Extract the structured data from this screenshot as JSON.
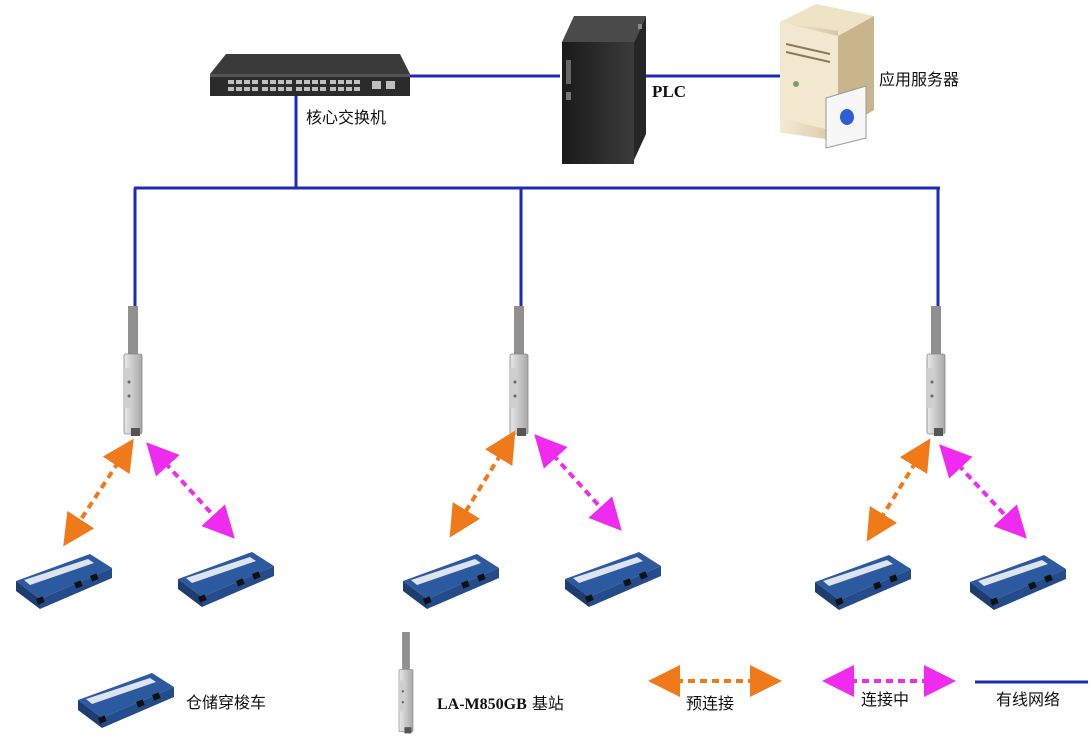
{
  "labels": {
    "core_switch": "核心交换机",
    "plc": "PLC",
    "app_server": "应用服务器"
  },
  "legend": {
    "shuttle": "仓储穿梭车",
    "base_station_model": "LA-M850GB",
    "base_station_suffix": "基站",
    "pre_connect": "预连接",
    "connecting": "连接中",
    "wired_network": "有线网络"
  },
  "colors": {
    "wired": "#1c2bb5",
    "pre_connect": "#f07a1a",
    "connecting": "#ee2bee",
    "device_dark": "#2a2a2a",
    "shuttle_blue": "#2f5fa8"
  },
  "icons": {
    "switch": "network-switch-icon",
    "plc": "plc-icon",
    "server": "server-icon",
    "base_station": "base-station-icon",
    "shuttle": "shuttle-car-icon"
  }
}
